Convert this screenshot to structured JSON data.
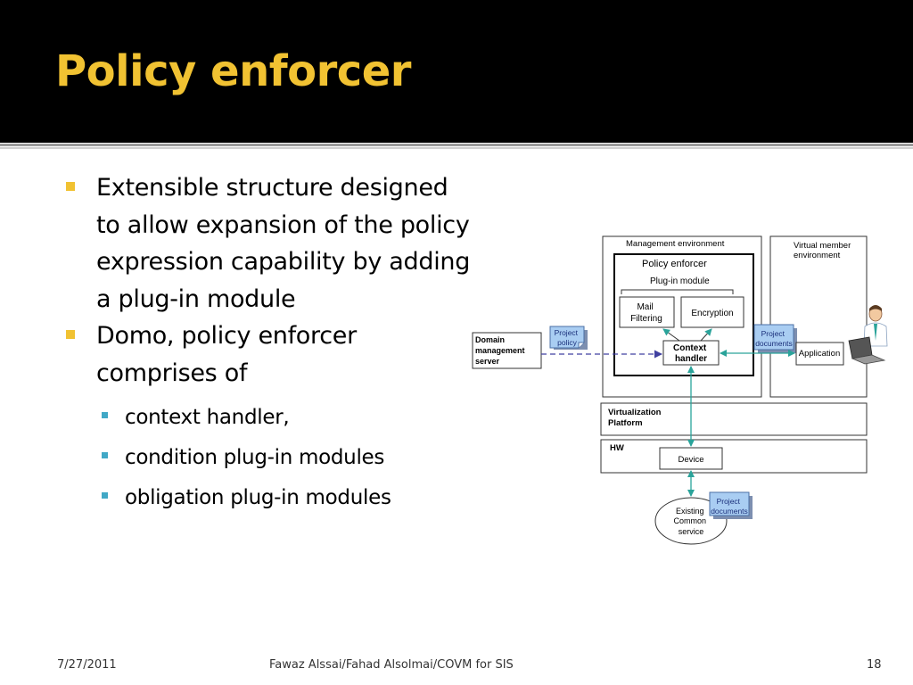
{
  "slide": {
    "title": "Policy enforcer",
    "bullets": [
      {
        "text": "Extensible structure designed to allow expansion of the policy expression capability by adding a plug-in module"
      },
      {
        "text": "Domo, policy enforcer comprises of",
        "subitems": [
          "context handler,",
          "condition plug-in modules",
          "obligation plug-in modules"
        ]
      }
    ]
  },
  "diagram": {
    "management_environment": "Management environment",
    "virtual_member_environment": [
      "Virtual member",
      "environment"
    ],
    "policy_enforcer": "Policy enforcer",
    "plugin_module": "Plug-in module",
    "mail_filtering": [
      "Mail",
      "Filtering"
    ],
    "encryption": "Encryption",
    "context_handler": [
      "Context",
      "handler"
    ],
    "domain_management_server": [
      "Domain",
      "management",
      "server"
    ],
    "project_policy": [
      "Project",
      "policy"
    ],
    "project_documents_top": [
      "Project",
      "documents"
    ],
    "application": "Application",
    "virtualization_platform": [
      "Virtualization",
      "Platform"
    ],
    "hw": "HW",
    "device": "Device",
    "existing_common_service": [
      "Existing",
      "Common",
      "service"
    ],
    "project_documents_bottom": [
      "Project",
      "documents"
    ]
  },
  "footer": {
    "date": "7/27/2011",
    "author": "Fawaz Alssai/Fahad Alsolmai/COVM for SIS",
    "page": "18"
  },
  "colors": {
    "title_bg": "#000000",
    "title_text": "#f1c232",
    "bullet_primary": "#f1c232",
    "bullet_secondary": "#41a8c6",
    "arrow": "#2aa39a",
    "dashed_arrow": "#4040a0",
    "doc_fill": "#a9cdf2"
  }
}
